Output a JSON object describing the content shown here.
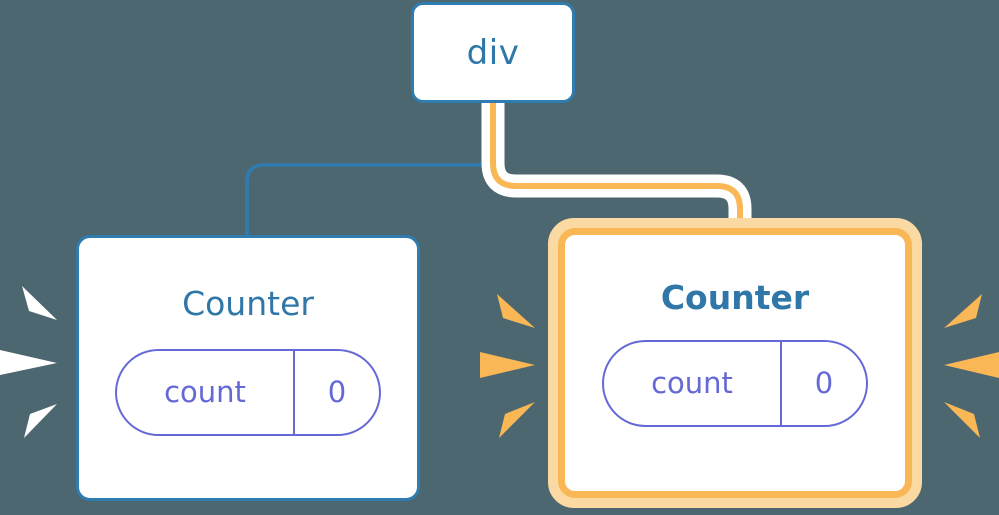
{
  "diagram": {
    "title": "Component tree re-render highlight",
    "background_color": "#4d6771",
    "accent_blue": "#2e7cb0",
    "accent_orange": "#f9b756",
    "accent_orange_light": "#fbd9a2",
    "accent_indigo": "#6569d6"
  },
  "root": {
    "label": "div"
  },
  "components": [
    {
      "name": "counter-left",
      "title": "Counter",
      "highlighted": false,
      "state": {
        "key": "count",
        "value": "0"
      },
      "edge_color": "#2e7cb0",
      "spark_color": "#ffffff"
    },
    {
      "name": "counter-right",
      "title": "Counter",
      "highlighted": true,
      "state": {
        "key": "count",
        "value": "0"
      },
      "edge_color": "#f9b756",
      "spark_color": "#f9b756"
    }
  ],
  "edges": [
    {
      "name": "div-to-counter-left",
      "from": "div",
      "to": "counter-left",
      "color": "#2e7cb0",
      "highlighted": false
    },
    {
      "name": "div-to-counter-right",
      "from": "div",
      "to": "counter-right",
      "color": "#f9b756",
      "highlighted": true
    }
  ]
}
